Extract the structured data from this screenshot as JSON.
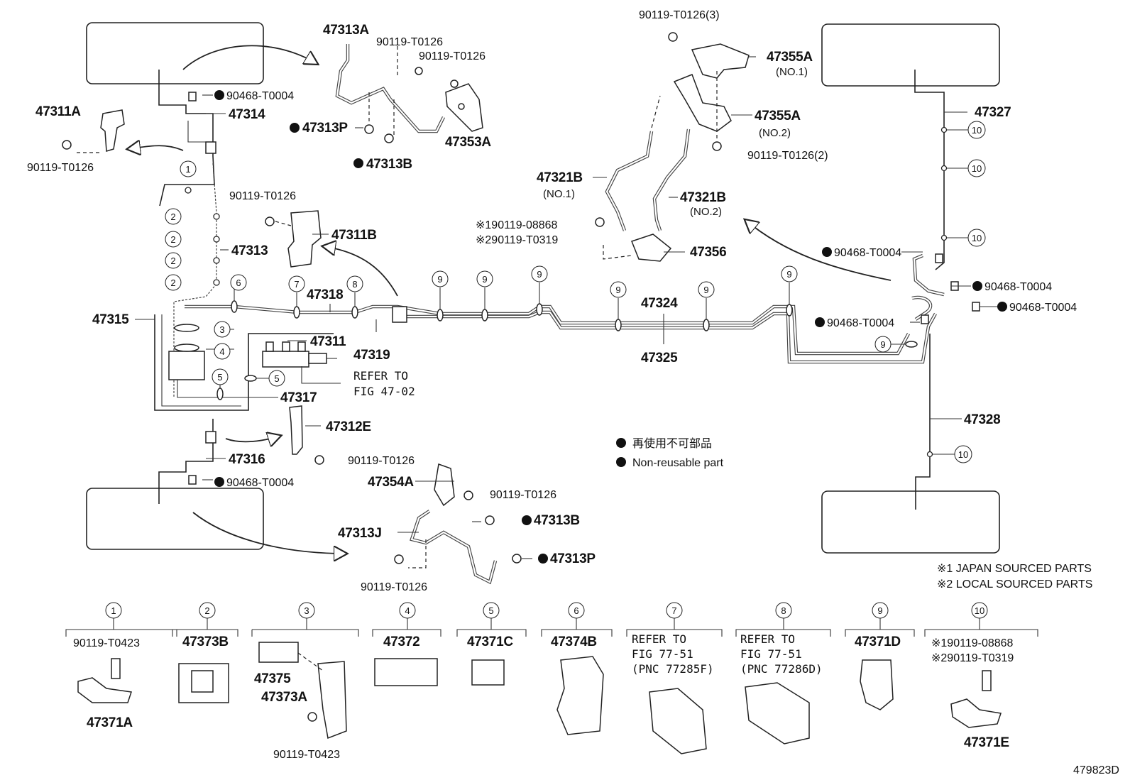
{
  "diagram": {
    "figure_id": "479823D",
    "part_labels": {
      "p47313A": "47313A",
      "p47311A": "47311A",
      "p47314": "47314",
      "p47313P_top": "47313P",
      "p47353A": "47353A",
      "p47313B_top": "47313B",
      "p47313": "47313",
      "p47311B": "47311B",
      "p47315": "47315",
      "p47318": "47318",
      "p47311": "47311",
      "p47319": "47319",
      "p47317": "47317",
      "p47312E": "47312E",
      "p47316": "47316",
      "p47354A": "47354A",
      "p47313J": "47313J",
      "p47313B_bot": "47313B",
      "p47313P_bot": "47313P",
      "p47355A": "47355A",
      "p47355A_no1": "(NO.1)",
      "p47355A_b": "47355A",
      "p47355A_no2": "(NO.2)",
      "p47321B_a": "47321B",
      "p47321B_no1": "(NO.1)",
      "p47321B_b": "47321B",
      "p47321B_no2": "(NO.2)",
      "p47356": "47356",
      "p47324": "47324",
      "p47325": "47325",
      "p47327": "47327",
      "p47328": "47328",
      "refer_fig_line1": "REFER TO",
      "refer_fig_line2": "FIG 47-02"
    },
    "bolt_labels": {
      "b_top_a": "90119-T0126",
      "b_top_b": "90119-T0126",
      "b_left": "90119-T0126",
      "b_mid": "90119-T0126",
      "b_312E": "90119-T0126",
      "b_354A": "90119-T0126",
      "b_bot": "90119-T0126",
      "b_355A_1": "90119-T0126(3)",
      "b_355A_2": "90119-T0126(2)",
      "b_356_1": "※190119-08868",
      "b_356_2": "※290119-T0319"
    },
    "clip_labels": {
      "c_top_left": "90468-T0004",
      "c_bot_left": "90468-T0004",
      "c_r1": "90468-T0004",
      "c_r2": "90468-T0004",
      "c_r3": "90468-T0004",
      "c_r4": "90468-T0004"
    },
    "legend": {
      "jp": "再使用不可部品",
      "en": "Non-reusable part"
    },
    "notes": {
      "n1": "※1 JAPAN SOURCED PARTS",
      "n2": "※2 LOCAL SOURCED PARTS"
    },
    "callouts": {
      "c1": "1",
      "c2": "2",
      "c3": "3",
      "c4": "4",
      "c5": "5",
      "c6": "6",
      "c7": "7",
      "c8": "8",
      "c9": "9",
      "c10": "10"
    },
    "bottom_parts": {
      "g1_bolt": "90119-T0423",
      "g1_part": "47371A",
      "g2_part": "47373B",
      "g3_a": "47375",
      "g3_b": "47373A",
      "g3_bolt": "90119-T0423",
      "g4_part": "47372",
      "g5_part": "47371C",
      "g6_part": "47374B",
      "g7_l1": "REFER TO",
      "g7_l2": "FIG 77-51",
      "g7_l3": "(PNC 77285F)",
      "g8_l1": "REFER TO",
      "g8_l2": "FIG 77-51",
      "g8_l3": "(PNC 77286D)",
      "g9_part": "47371D",
      "g10_l1": "※190119-08868",
      "g10_l2": "※290119-T0319",
      "g10_part": "47371E"
    }
  }
}
